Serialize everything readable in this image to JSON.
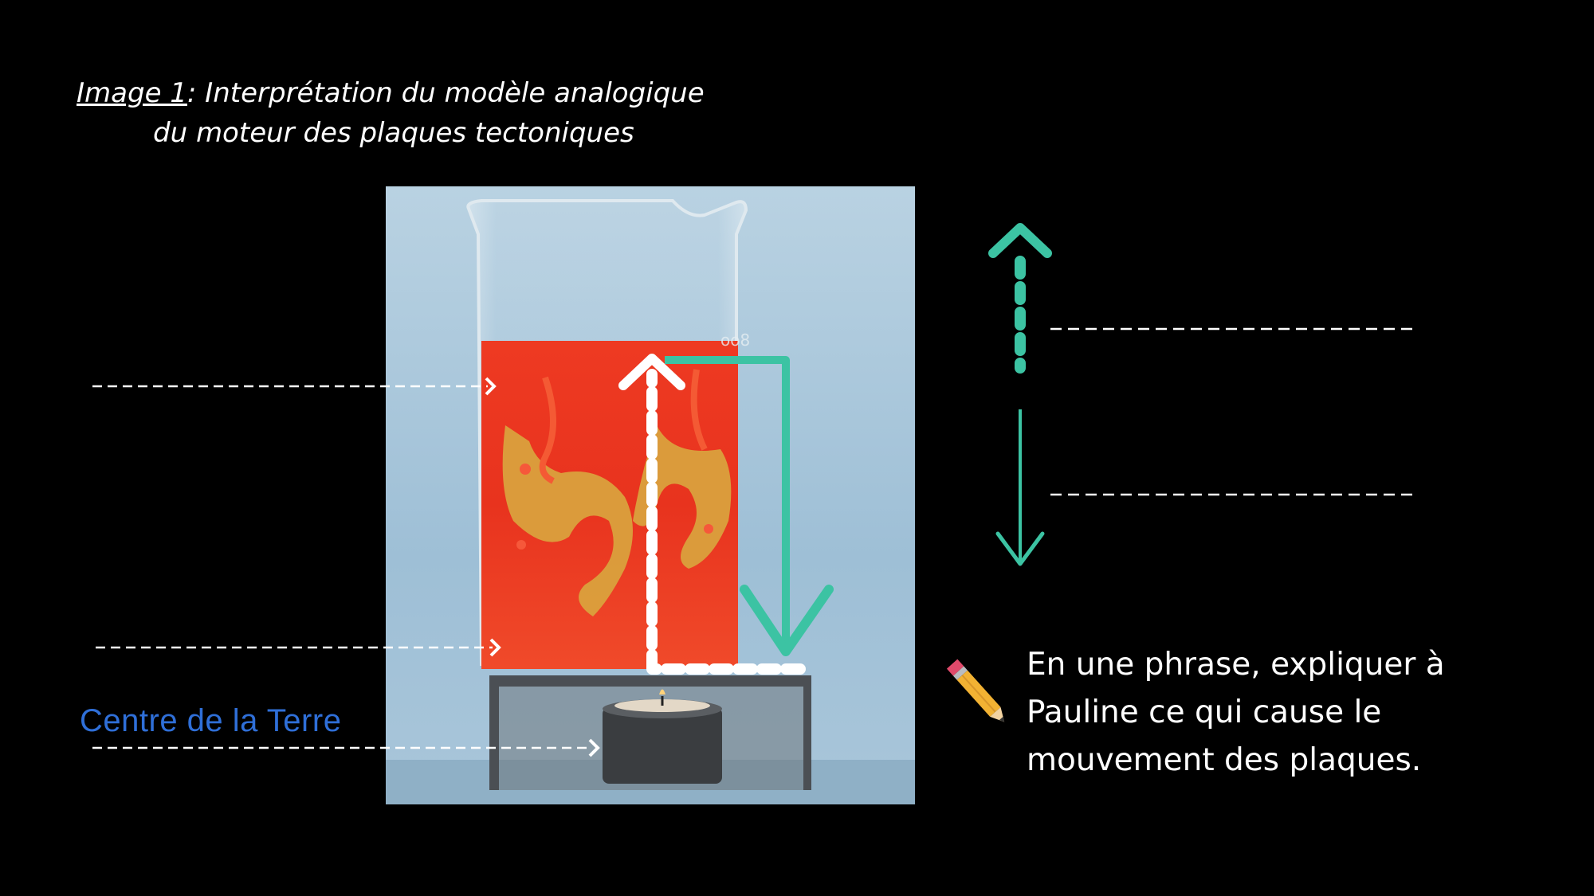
{
  "title": {
    "label": "Image 1",
    "line1_rest": ": Interprétation du modèle analogique",
    "line2": "du moteur des plaques tectoniques"
  },
  "labels": {
    "centre": "Centre de la Terre"
  },
  "question": {
    "line1": "En une phrase, expliquer à",
    "line2": "Pauline ce qui cause le",
    "line3": "mouvement des plaques."
  },
  "icons": {
    "pencil": "pencil-icon",
    "up_arrow": "dotted-up-arrow-icon",
    "down_arrow": "down-arrow-icon"
  },
  "colors": {
    "background": "#000000",
    "accent_teal": "#3cc3a3",
    "label_blue": "#2f6fd8",
    "liquid_red": "#e8321e",
    "liquid_yellow": "#d6a83c",
    "sky_blue": "#9fc3d9"
  }
}
